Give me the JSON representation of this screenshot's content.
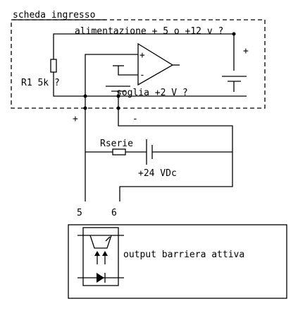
{
  "labels": {
    "board_title": "scheda ingresso",
    "supply": "alimentazione + 5  o +12 v ?",
    "resistor_r1": "R1 5k ?",
    "threshold": "soglia +2 V ?",
    "plus_battery": "+",
    "plus_terminal": "+",
    "minus_terminal": "-",
    "opamp_plus": "+",
    "opamp_minus": "-",
    "rserie": "Rserie",
    "vdc": "+24 VDc",
    "pin5": "5",
    "pin6": "6",
    "output": "output barriera attiva"
  }
}
